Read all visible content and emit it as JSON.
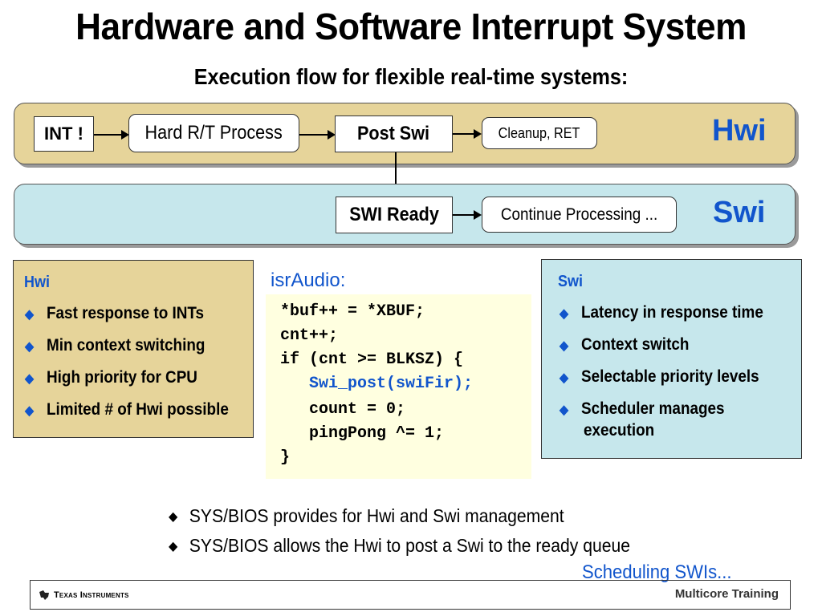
{
  "title": "Hardware and Software Interrupt System",
  "subtitle": "Execution flow for flexible real-time systems:",
  "hwi_band": {
    "label": "Hwi",
    "int_label": "INT !",
    "hard_label": "Hard R/T Process",
    "post_label": "Post Swi",
    "cleanup_label": "Cleanup, RET"
  },
  "swi_band": {
    "label": "Swi",
    "ready_label": "SWI Ready",
    "continue_label": "Continue Processing ..."
  },
  "hwi_panel": {
    "title": "Hwi",
    "items": [
      "Fast response to INTs",
      "Min context switching",
      "High priority for CPU",
      "Limited # of Hwi possible"
    ]
  },
  "swi_panel": {
    "title": "Swi",
    "items": [
      "Latency in response time",
      "Context switch",
      "Selectable priority levels",
      "Scheduler manages",
      "execution"
    ]
  },
  "code": {
    "label": "isrAudio:",
    "lines": [
      "*buf++ = *XBUF;",
      "cnt++;",
      "if (cnt >= BLKSZ) {",
      "   Swi_post(swiFir);",
      "   count = 0;",
      "   pingPong ^= 1;",
      "}"
    ]
  },
  "bullets": [
    "SYS/BIOS provides for Hwi and Swi management",
    "SYS/BIOS allows the Hwi to post a Swi to the ready queue"
  ],
  "next_link": "Scheduling SWIs...",
  "footer": {
    "logo_text": "Texas Instruments",
    "right_text": "Multicore Training"
  },
  "colors": {
    "accent_blue": "#1155cc",
    "hwi_tan": "#e6d49a",
    "swi_light_blue": "#c6e7ec",
    "code_bg": "#ffffe0"
  }
}
